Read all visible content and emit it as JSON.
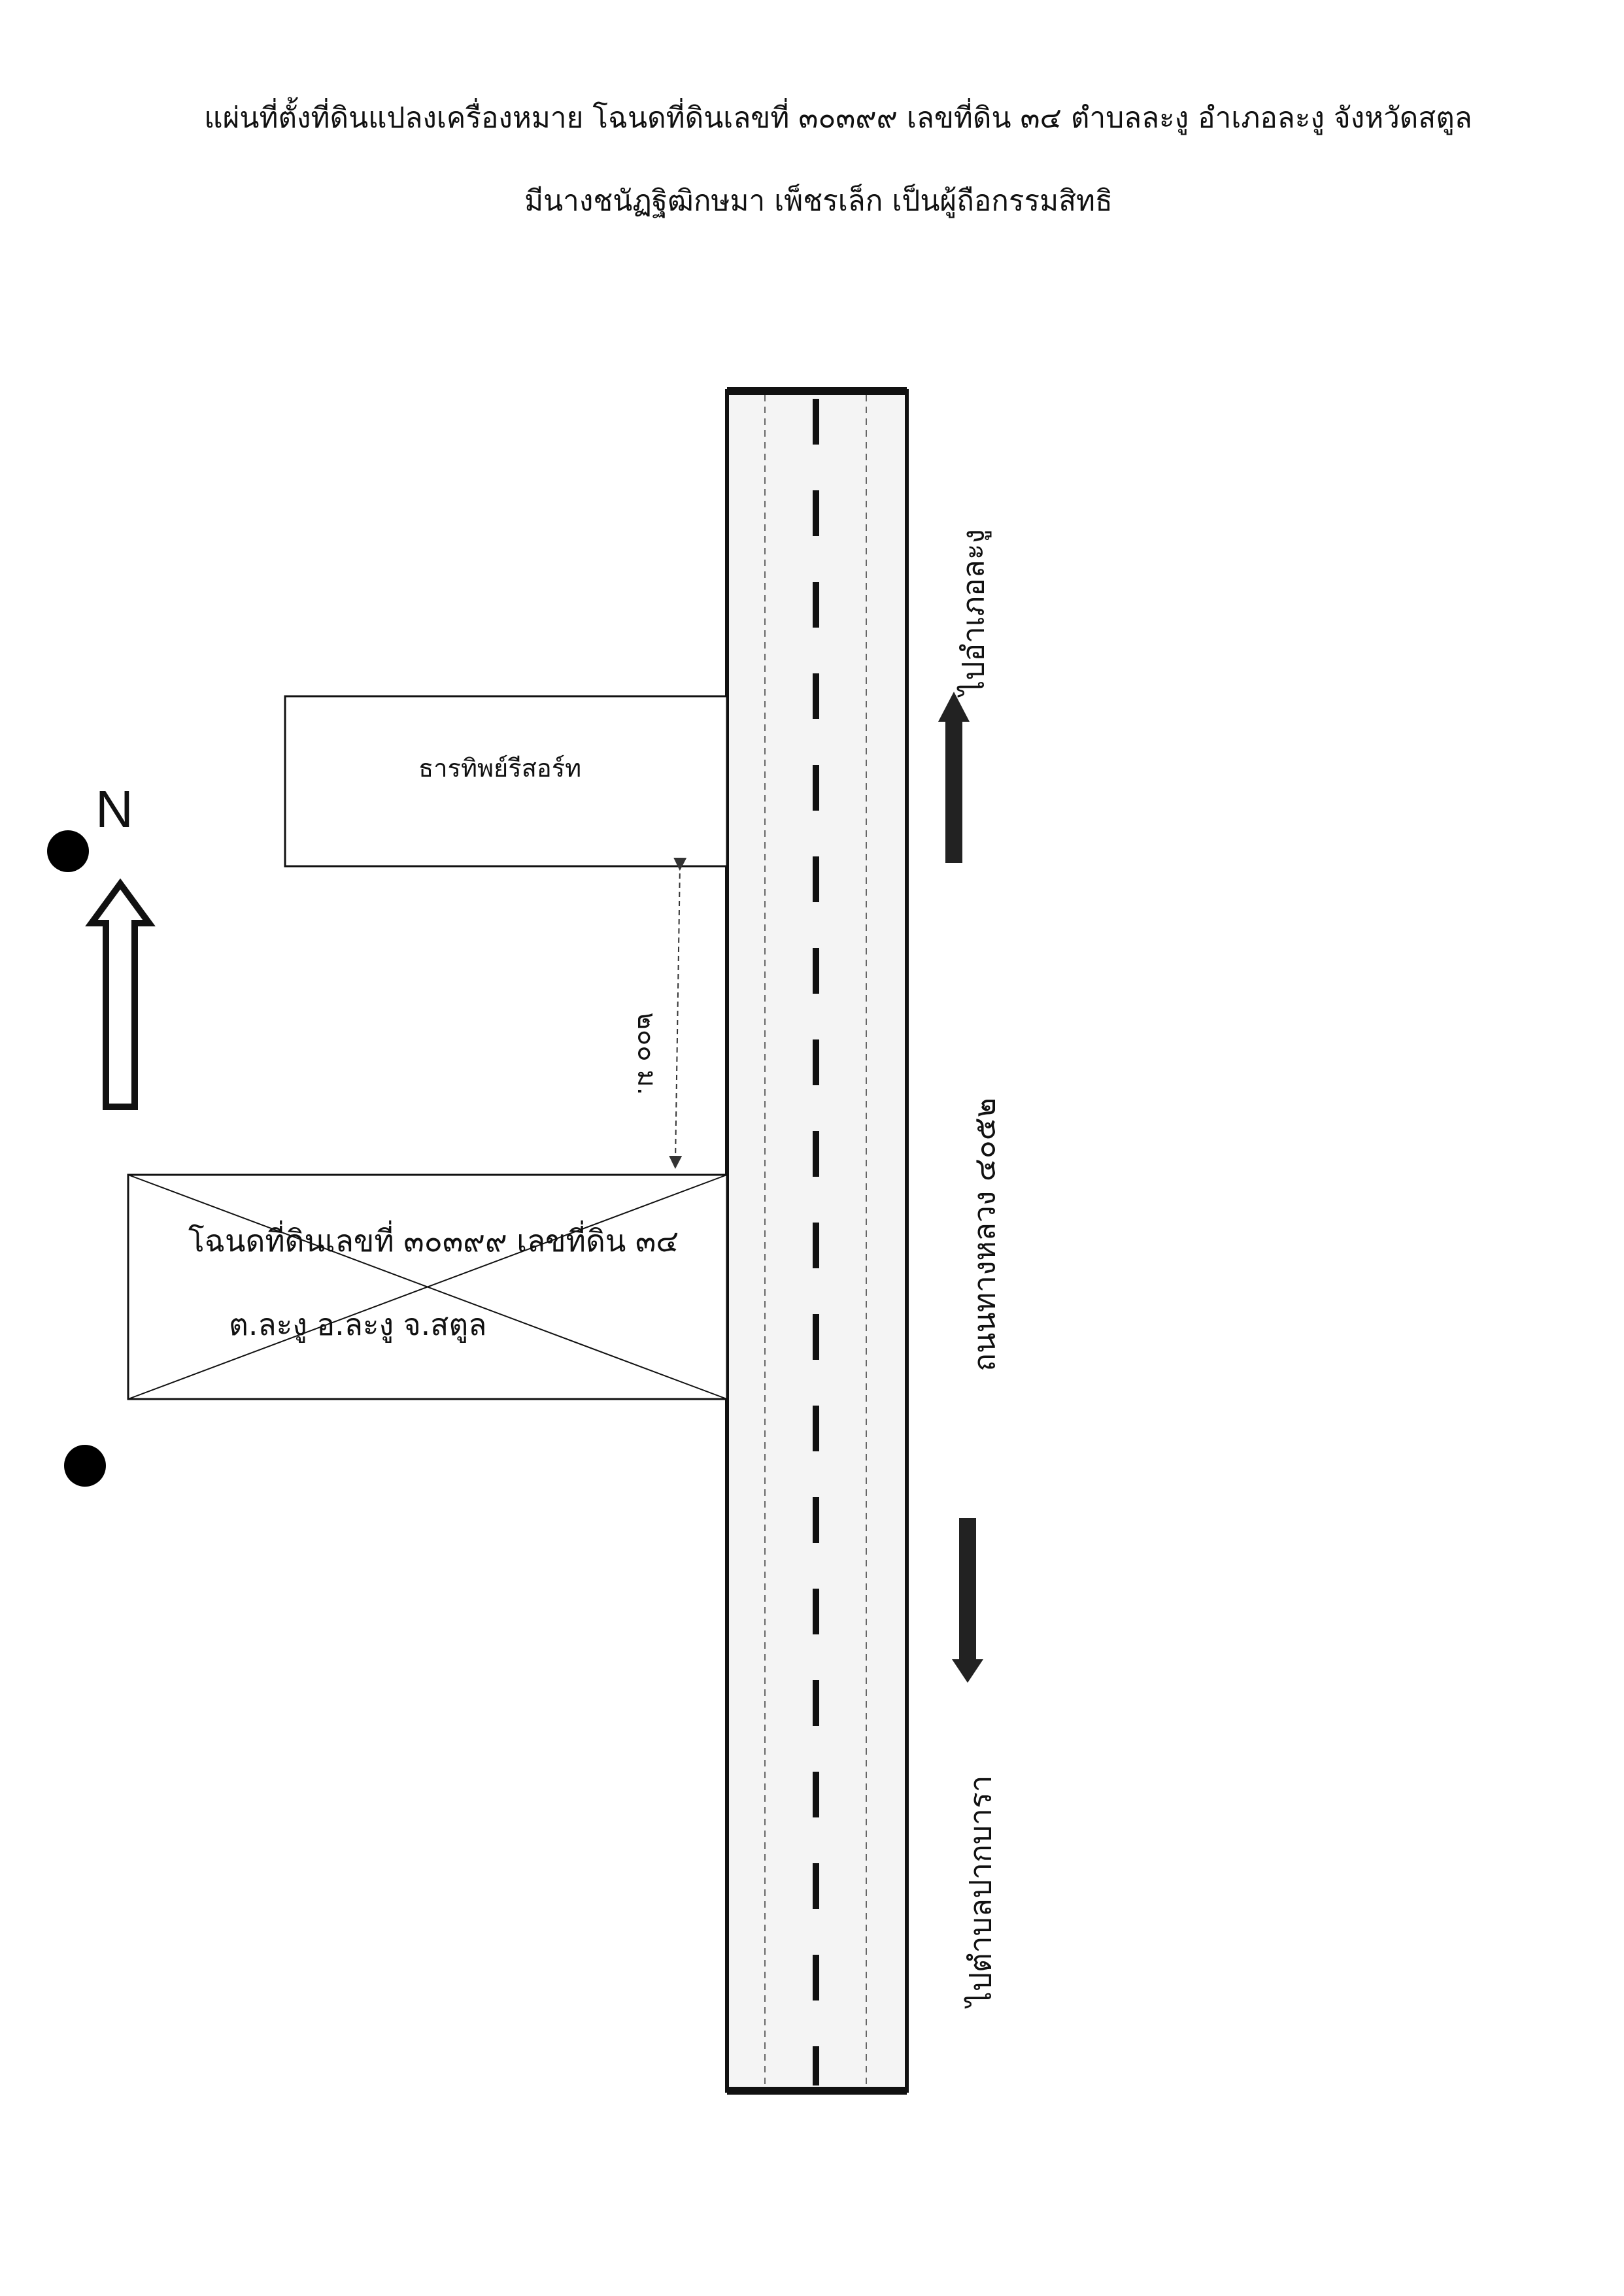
{
  "header": {
    "title_line1": "แผ่นที่ตั้งที่ดินแปลงเครื่องหมาย โฉนดที่ดินเลขที่ ๓๐๓๙๙ เลขที่ดิน ๓๔ ตำบลละงู อำเภอละงู จังหวัดสตูล",
    "title_line2": "มีนางชนัฏฐิฒิกษมา เพ็ชรเล็ก  เป็นผู้ถือกรรมสิทธิ"
  },
  "map": {
    "north_label": "N",
    "landmark_label": "ธารทิพย์รีสอร์ท",
    "distance_label": "๒๐๐ ม.",
    "parcel_line1": "โฉนดที่ดินเลขที่ ๓๐๓๙๙ เลขที่ดิน ๓๔",
    "parcel_line2": "ต.ละงู อ.ละงู จ.สตูล",
    "road_name": "ถนนทางหลวง ๔๐๕๒",
    "direction_north": "ไปอำเภอละงู",
    "direction_south": "ไปตำบลปากบารา"
  },
  "colors": {
    "ink": "#111111",
    "road_fill": "#f4f4f4",
    "paper": "#ffffff"
  }
}
